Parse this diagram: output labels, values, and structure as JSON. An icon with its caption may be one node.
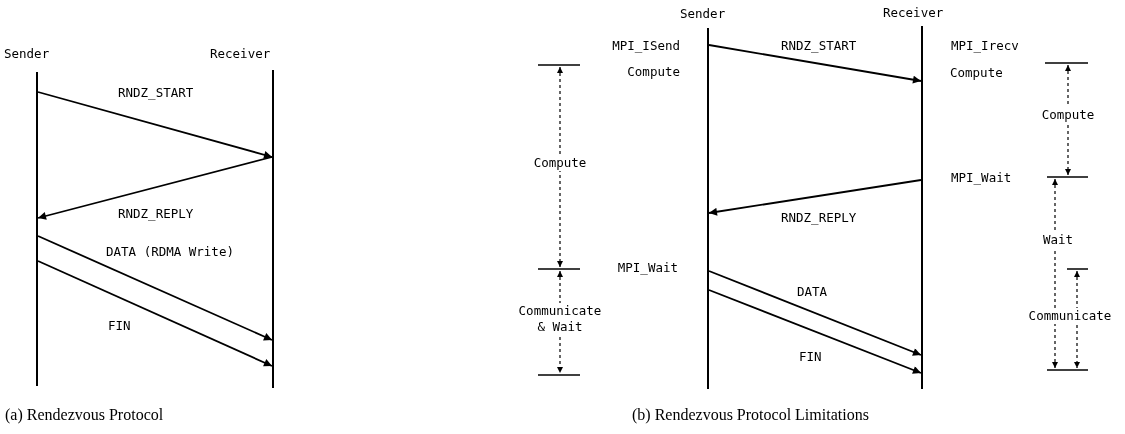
{
  "diagram": {
    "nodes": [
      {
        "text": [
          "Sender"
        ]
      },
      {
        "text": [
          "Receiver"
        ]
      },
      {
        "text": [
          "Sender"
        ]
      },
      {
        "text": [
          "Receiver"
        ]
      }
    ],
    "edges": [
      {
        "from": 0,
        "to": 1,
        "arrow": "to",
        "label": "RNDZ_START"
      },
      {
        "from": 1,
        "to": 0,
        "arrow": "to",
        "label": "RNDZ_REPLY"
      },
      {
        "from": 0,
        "to": 1,
        "arrow": "to",
        "label": "DATA (RDMA Write)"
      },
      {
        "from": 0,
        "to": 1,
        "arrow": "to",
        "label": "FIN"
      },
      {
        "from": 2,
        "to": 3,
        "arrow": "to",
        "label": "RNDZ_START"
      },
      {
        "from": 3,
        "to": 2,
        "arrow": "to",
        "label": "RNDZ_REPLY"
      },
      {
        "from": 2,
        "to": 3,
        "arrow": "to",
        "label": "DATA"
      },
      {
        "from": 2,
        "to": 3,
        "arrow": "to",
        "label": "FIN"
      }
    ],
    "labels": [
      "MPI_ISend",
      "MPI_Irecv",
      "Compute",
      "Compute",
      "Compute",
      "Compute",
      "MPI_Wait",
      "Wait",
      "MPI_Wait",
      "Communicate & Wait",
      "Communicate",
      "(a) Rendezvous Protocol",
      "(b) Rendezvous Protocol Limitations"
    ]
  }
}
